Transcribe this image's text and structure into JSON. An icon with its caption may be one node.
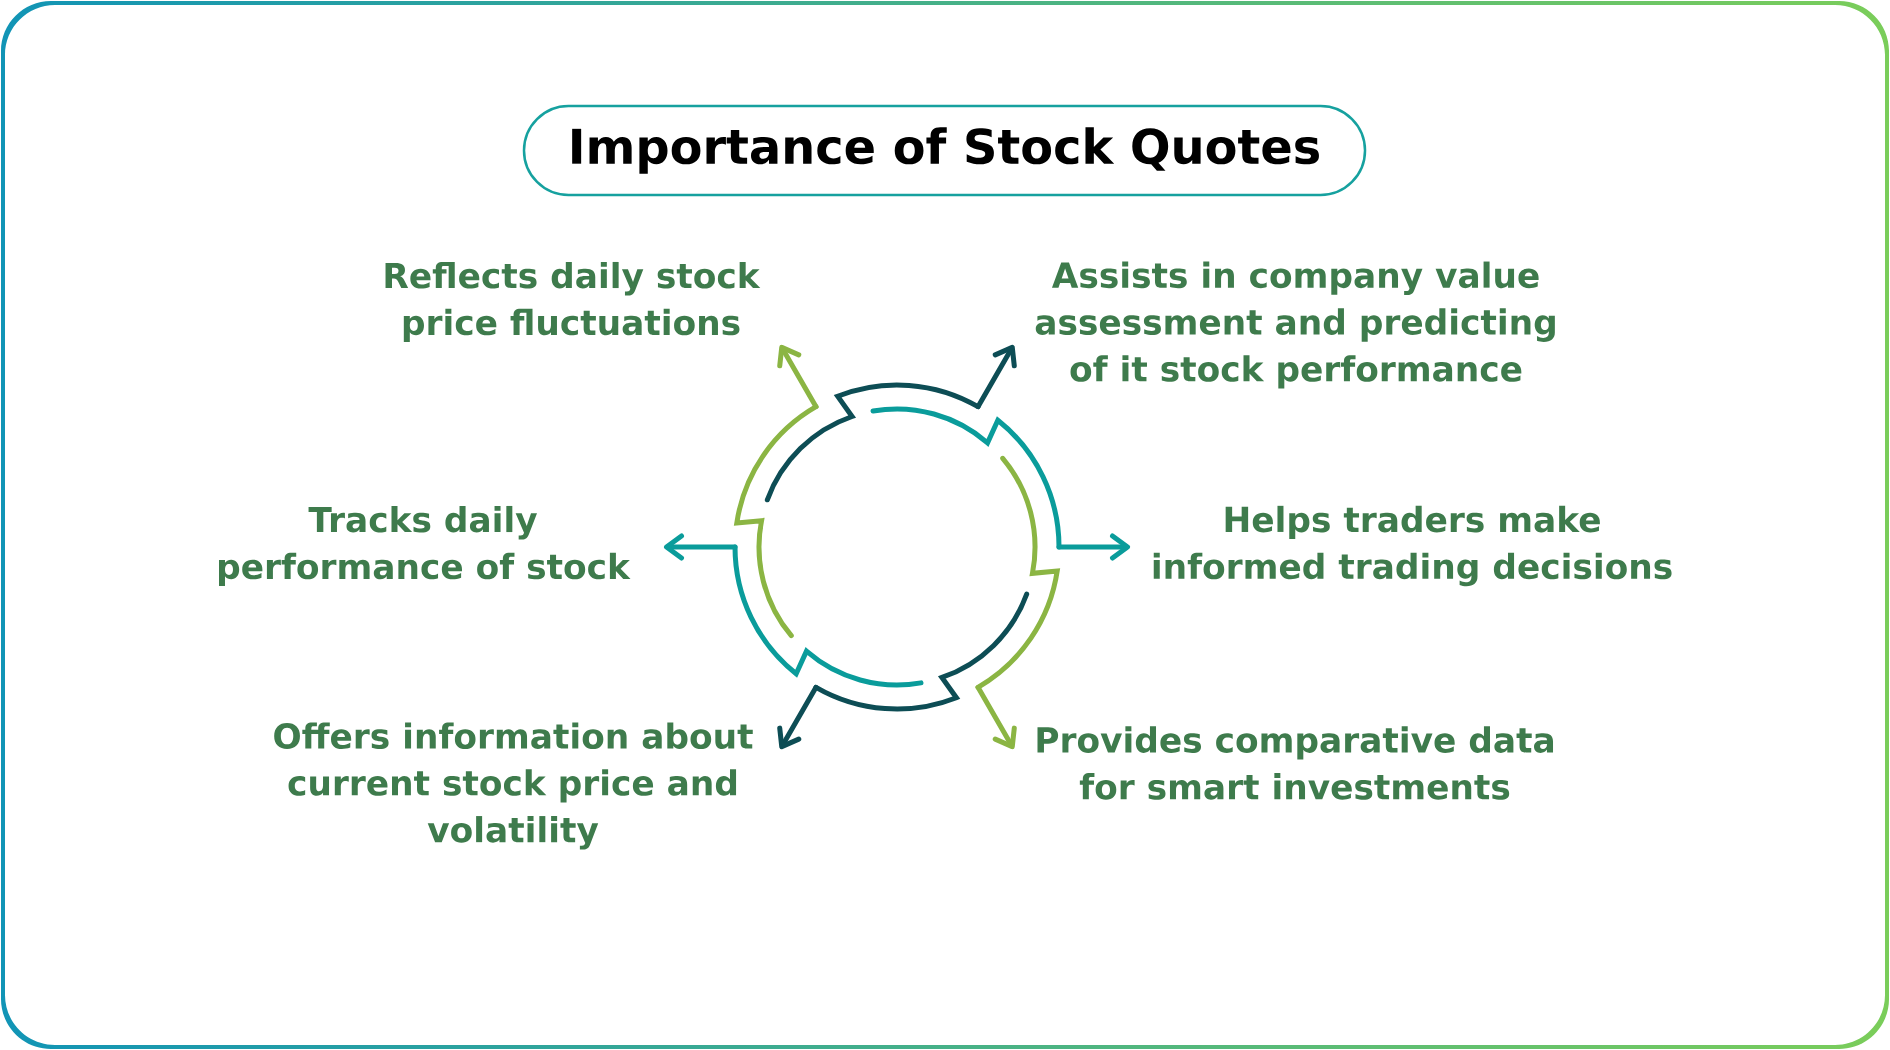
{
  "diagram": {
    "title": "Importance of Stock Quotes",
    "nodes": [
      {
        "text": [],
        "shape": "circle"
      },
      {
        "text": [
          "Reflects daily stock price fluctuations"
        ]
      },
      {
        "text": [
          "Assists in company value assessment and predicting of it stock performance"
        ]
      },
      {
        "text": [
          "Tracks daily performance of stock"
        ]
      },
      {
        "text": [
          "Helps traders make informed trading decisions"
        ]
      },
      {
        "text": [
          "Offers information about current stock price and volatility"
        ]
      },
      {
        "text": [
          "Provides comparative data for smart investments"
        ]
      }
    ],
    "edges": [
      {
        "from": 0,
        "to": 1,
        "arrow": "to",
        "color": "#8bb543"
      },
      {
        "from": 0,
        "to": 2,
        "arrow": "to",
        "color": "#0d4d55"
      },
      {
        "from": 0,
        "to": 3,
        "arrow": "to",
        "color": "#0a9c9b"
      },
      {
        "from": 0,
        "to": 4,
        "arrow": "to",
        "color": "#0a9c9b"
      },
      {
        "from": 0,
        "to": 5,
        "arrow": "to",
        "color": "#0d4d55"
      },
      {
        "from": 0,
        "to": 6,
        "arrow": "to",
        "color": "#8bb543"
      }
    ]
  }
}
